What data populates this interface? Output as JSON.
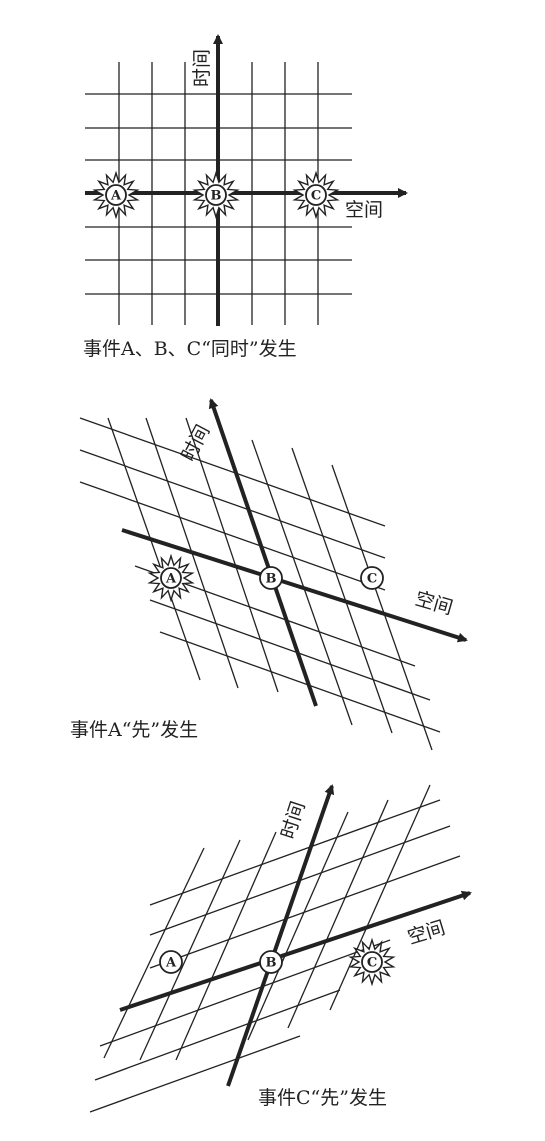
{
  "panels": [
    {
      "caption": "事件A、B、C“同时”发生",
      "time_axis_label": "时间",
      "space_axis_label": "空间",
      "events": [
        {
          "label": "A",
          "flash": true
        },
        {
          "label": "B",
          "flash": true
        },
        {
          "label": "C",
          "flash": true
        }
      ]
    },
    {
      "caption": "事件A“先”发生",
      "time_axis_label": "时间",
      "space_axis_label": "空间",
      "events": [
        {
          "label": "A",
          "flash": true
        },
        {
          "label": "B",
          "flash": false
        },
        {
          "label": "C",
          "flash": false
        }
      ]
    },
    {
      "caption": "事件C“先”发生",
      "time_axis_label": "时间",
      "space_axis_label": "空间",
      "events": [
        {
          "label": "A",
          "flash": false
        },
        {
          "label": "B",
          "flash": false
        },
        {
          "label": "C",
          "flash": true
        }
      ]
    }
  ],
  "colors": {
    "ink": "#222222",
    "background": "#ffffff"
  }
}
